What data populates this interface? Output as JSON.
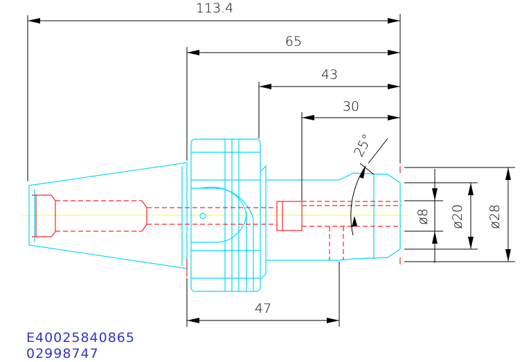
{
  "dimensions": {
    "overall_length": "113.4",
    "flange_to_tip": "65",
    "body_to_tip": "43",
    "nose_length": "30",
    "shank_length": "47",
    "angle": "25°",
    "bore_diameter": "ø8",
    "nose_diameter": "ø20",
    "outer_diameter": "ø28"
  },
  "part_numbers": {
    "line1": "E40025840865",
    "line2": "02998747"
  },
  "colors": {
    "outline": "#00d7ff",
    "hidden": "#ff2020",
    "centerline": "#ffff33",
    "dimension": "#000000",
    "part_number": "#2f35c9"
  }
}
